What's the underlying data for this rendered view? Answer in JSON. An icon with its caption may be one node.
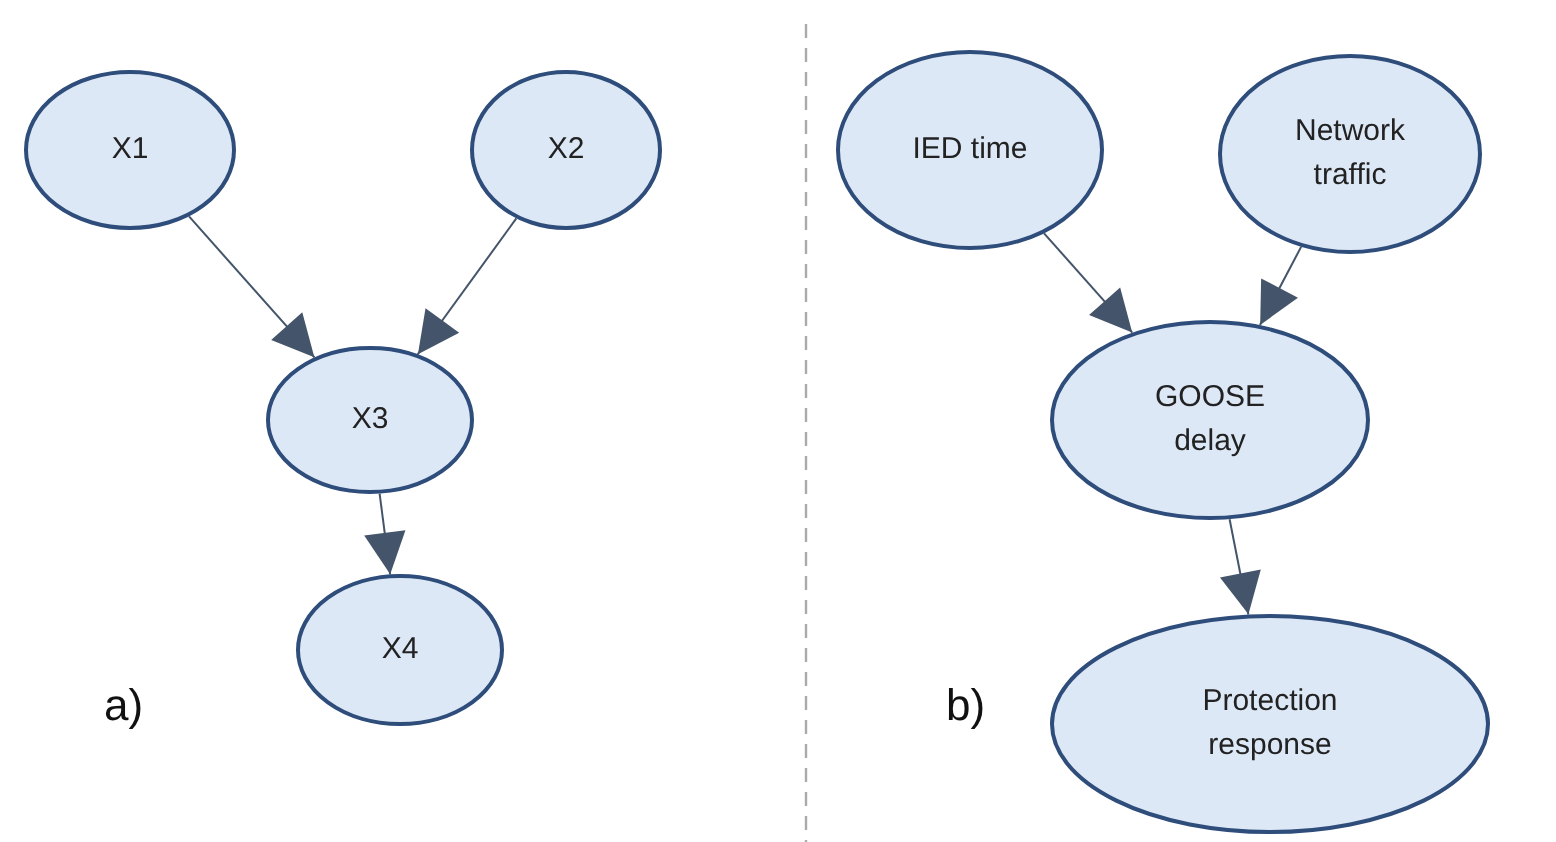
{
  "diagram": {
    "nodes": [
      {
        "text": [
          "X1"
        ]
      },
      {
        "text": [
          "X2"
        ]
      },
      {
        "text": [
          "X3"
        ]
      },
      {
        "text": [
          "X4"
        ]
      },
      {
        "text": [
          "IED time"
        ]
      },
      {
        "text": [
          "Network traffic"
        ]
      },
      {
        "text": [
          "GOOSE delay"
        ]
      },
      {
        "text": [
          "Protection response"
        ]
      }
    ],
    "edges": [
      {
        "from": 0,
        "to": 2,
        "arrow": "to"
      },
      {
        "from": 1,
        "to": 2,
        "arrow": "to"
      },
      {
        "from": 2,
        "to": 3,
        "arrow": "to"
      },
      {
        "from": 4,
        "to": 6,
        "arrow": "to"
      },
      {
        "from": 5,
        "to": 6,
        "arrow": "to"
      },
      {
        "from": 6,
        "to": 7,
        "arrow": "to"
      }
    ],
    "labels": [
      "a)",
      "b)"
    ]
  }
}
